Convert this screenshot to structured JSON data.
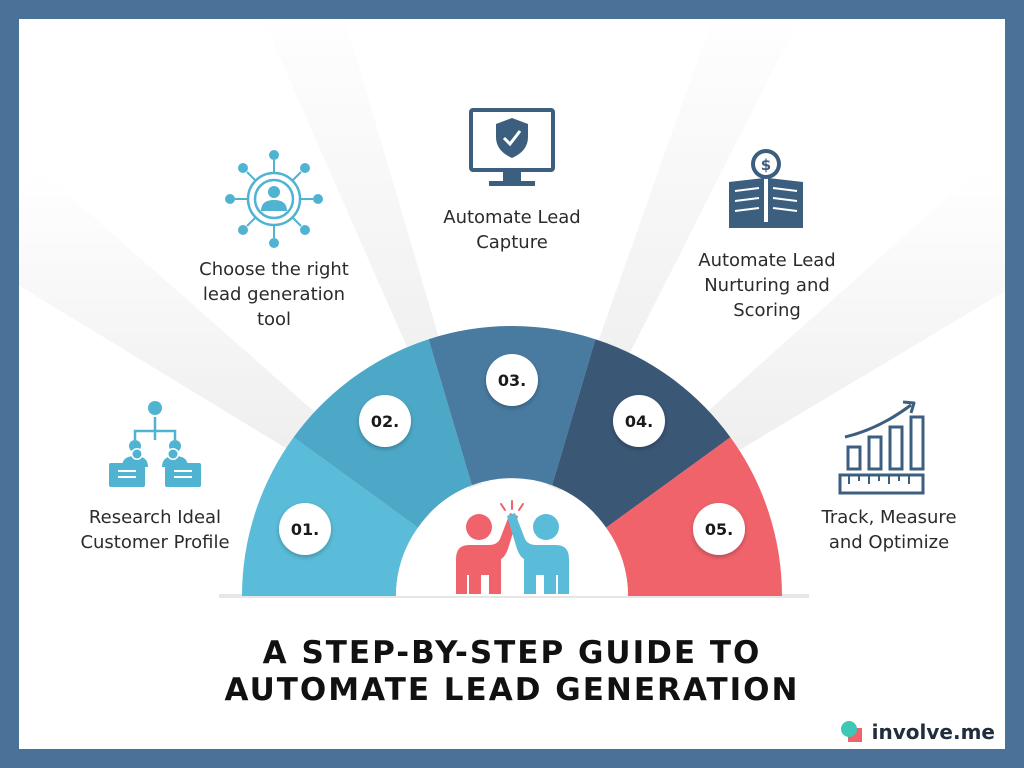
{
  "title_line1": "A STEP-BY-STEP GUIDE TO",
  "title_line2": "AUTOMATE LEAD GENERATION",
  "brand": "involve.me",
  "colors": {
    "frame": "#4a7298",
    "step1": "#5bbcd9",
    "step2": "#4da8c7",
    "step3": "#497aa0",
    "step4": "#3a5775",
    "step5": "#f0636b",
    "icon": "#3c5f80",
    "icon_light": "#4fb3d1"
  },
  "steps": [
    {
      "number": "01.",
      "label_line1": "Research Ideal",
      "label_line2": "Customer Profile",
      "icon": "org-chart-icon"
    },
    {
      "number": "02.",
      "label_line1": "Choose the right",
      "label_line2": "lead generation",
      "label_line3": "tool",
      "icon": "network-user-icon"
    },
    {
      "number": "03.",
      "label_line1": "Automate Lead",
      "label_line2": "Capture",
      "icon": "monitor-shield-icon"
    },
    {
      "number": "04.",
      "label_line1": "Automate Lead",
      "label_line2": "Nurturing and",
      "label_line3": "Scoring",
      "icon": "ledger-dollar-icon"
    },
    {
      "number": "05.",
      "label_line1": "Track, Measure",
      "label_line2": "and Optimize",
      "icon": "growth-chart-icon"
    }
  ]
}
